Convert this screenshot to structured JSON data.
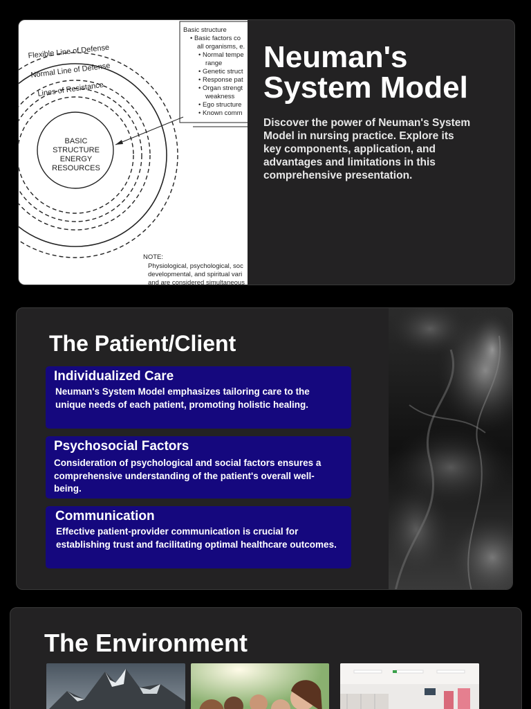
{
  "slide1": {
    "title_line1": "Neuman's",
    "title_line2": "System Model",
    "description": "Discover the power of Neuman's System Model in nursing practice. Explore its key components, application, and advantages and limitations in this comprehensive presentation.",
    "diagram": {
      "rings": [
        "Flexible Line of Defense",
        "Normal Line of Defense",
        "Lines of Resistance"
      ],
      "core": [
        "BASIC",
        "STRUCTURE",
        "ENERGY",
        "RESOURCES"
      ],
      "box_title": "Basic structure",
      "box_lines": [
        "• Basic factors co",
        "all organisms, e.",
        "• Normal tempe",
        "range",
        "• Genetic struct",
        "• Response pat",
        "• Organ strengt",
        "weakness",
        "• Ego structure",
        "• Known comm"
      ],
      "note_title": "NOTE:",
      "note_lines": [
        "Physiological, psychological, soc",
        "developmental, and spiritual vari",
        "and are considered simultaneous"
      ]
    }
  },
  "slide2": {
    "title": "The Patient/Client",
    "cards": [
      {
        "title": "Individualized Care",
        "text": "Neuman's System Model emphasizes tailoring care to the unique needs of each patient, promoting holistic healing."
      },
      {
        "title": "Psychosocial Factors",
        "text": "Consideration of psychological and social factors ensures a comprehensive understanding of the patient's overall well-being."
      },
      {
        "title": "Communication",
        "text": "Effective patient-provider communication is crucial for establishing trust and facilitating optimal healthcare outcomes."
      }
    ]
  },
  "slide3": {
    "title": "The Environment"
  },
  "colors": {
    "page_bg": "#000000",
    "slide_bg": "#232223",
    "card_bg": "#15087e"
  }
}
